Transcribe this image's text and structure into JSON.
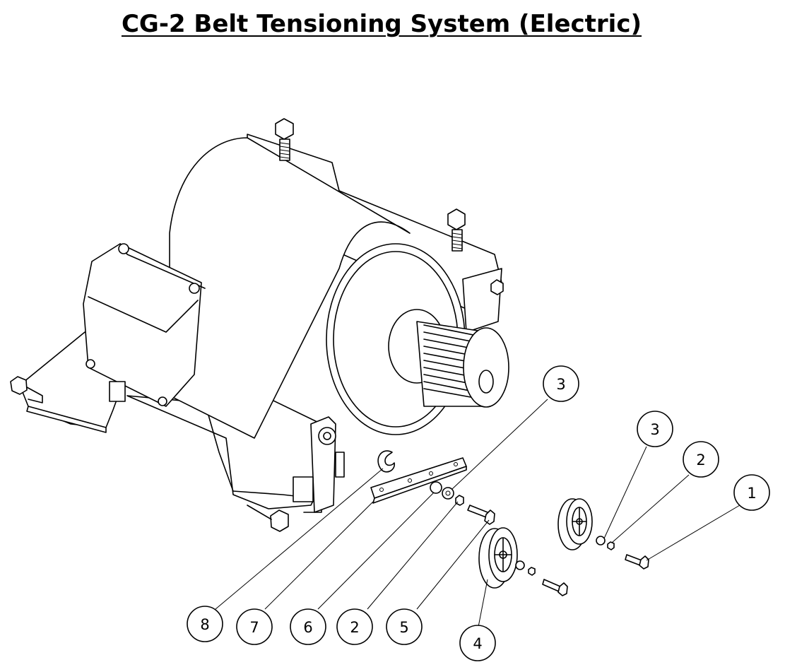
{
  "title": "CG-2 Belt Tensioning System (Electric)",
  "callouts": [
    {
      "label": "3"
    },
    {
      "label": "3"
    },
    {
      "label": "2"
    },
    {
      "label": "1"
    },
    {
      "label": "8"
    },
    {
      "label": "7"
    },
    {
      "label": "6"
    },
    {
      "label": "2"
    },
    {
      "label": "5"
    },
    {
      "label": "4"
    }
  ]
}
